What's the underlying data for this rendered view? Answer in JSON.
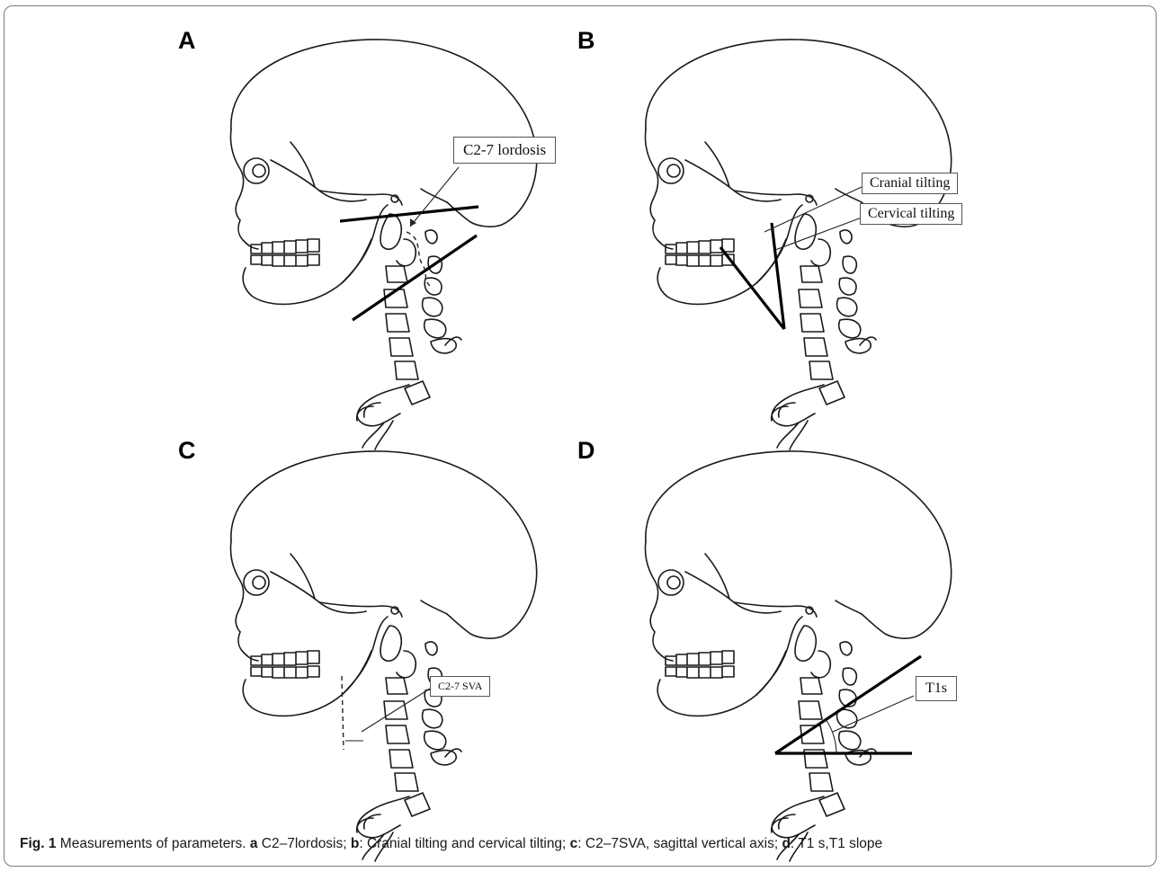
{
  "panels": [
    {
      "letter": "A",
      "label": "C2-7 lordosis"
    },
    {
      "letter": "B",
      "labels": [
        "Cranial tilting",
        "Cervical tilting"
      ]
    },
    {
      "letter": "C",
      "label": "C2-7 SVA"
    },
    {
      "letter": "D",
      "label": "T1s"
    }
  ],
  "caption": {
    "fig": "Fig. 1",
    "intro": " Measurements of parameters. ",
    "a_key": "a",
    "a_text": " C2–7lordosis; ",
    "b_key": "b",
    "b_text": ": Cranial tilting and cervical tilting; ",
    "c_key": "c",
    "c_text": ": C2–7SVA, sagittal vertical axis; ",
    "d_key": "d",
    "d_text": ": T1 s,T1 slope"
  }
}
